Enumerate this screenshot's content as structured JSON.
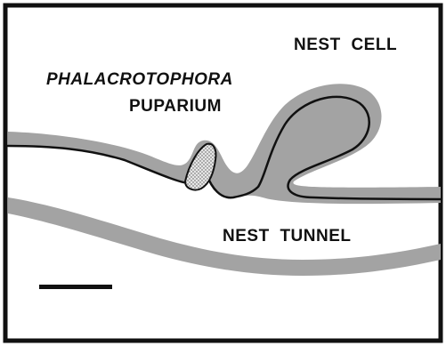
{
  "labels": {
    "nest_cell": "NEST  CELL",
    "genus": "PHALACROTOPHORA",
    "puparium": "PUPARIUM",
    "nest_tunnel": "NEST  TUNNEL"
  },
  "colors": {
    "soil_wall": "#a3a3a3",
    "outline": "#111111",
    "puparium_fill": "#dcdcdc",
    "background": "#ffffff"
  }
}
